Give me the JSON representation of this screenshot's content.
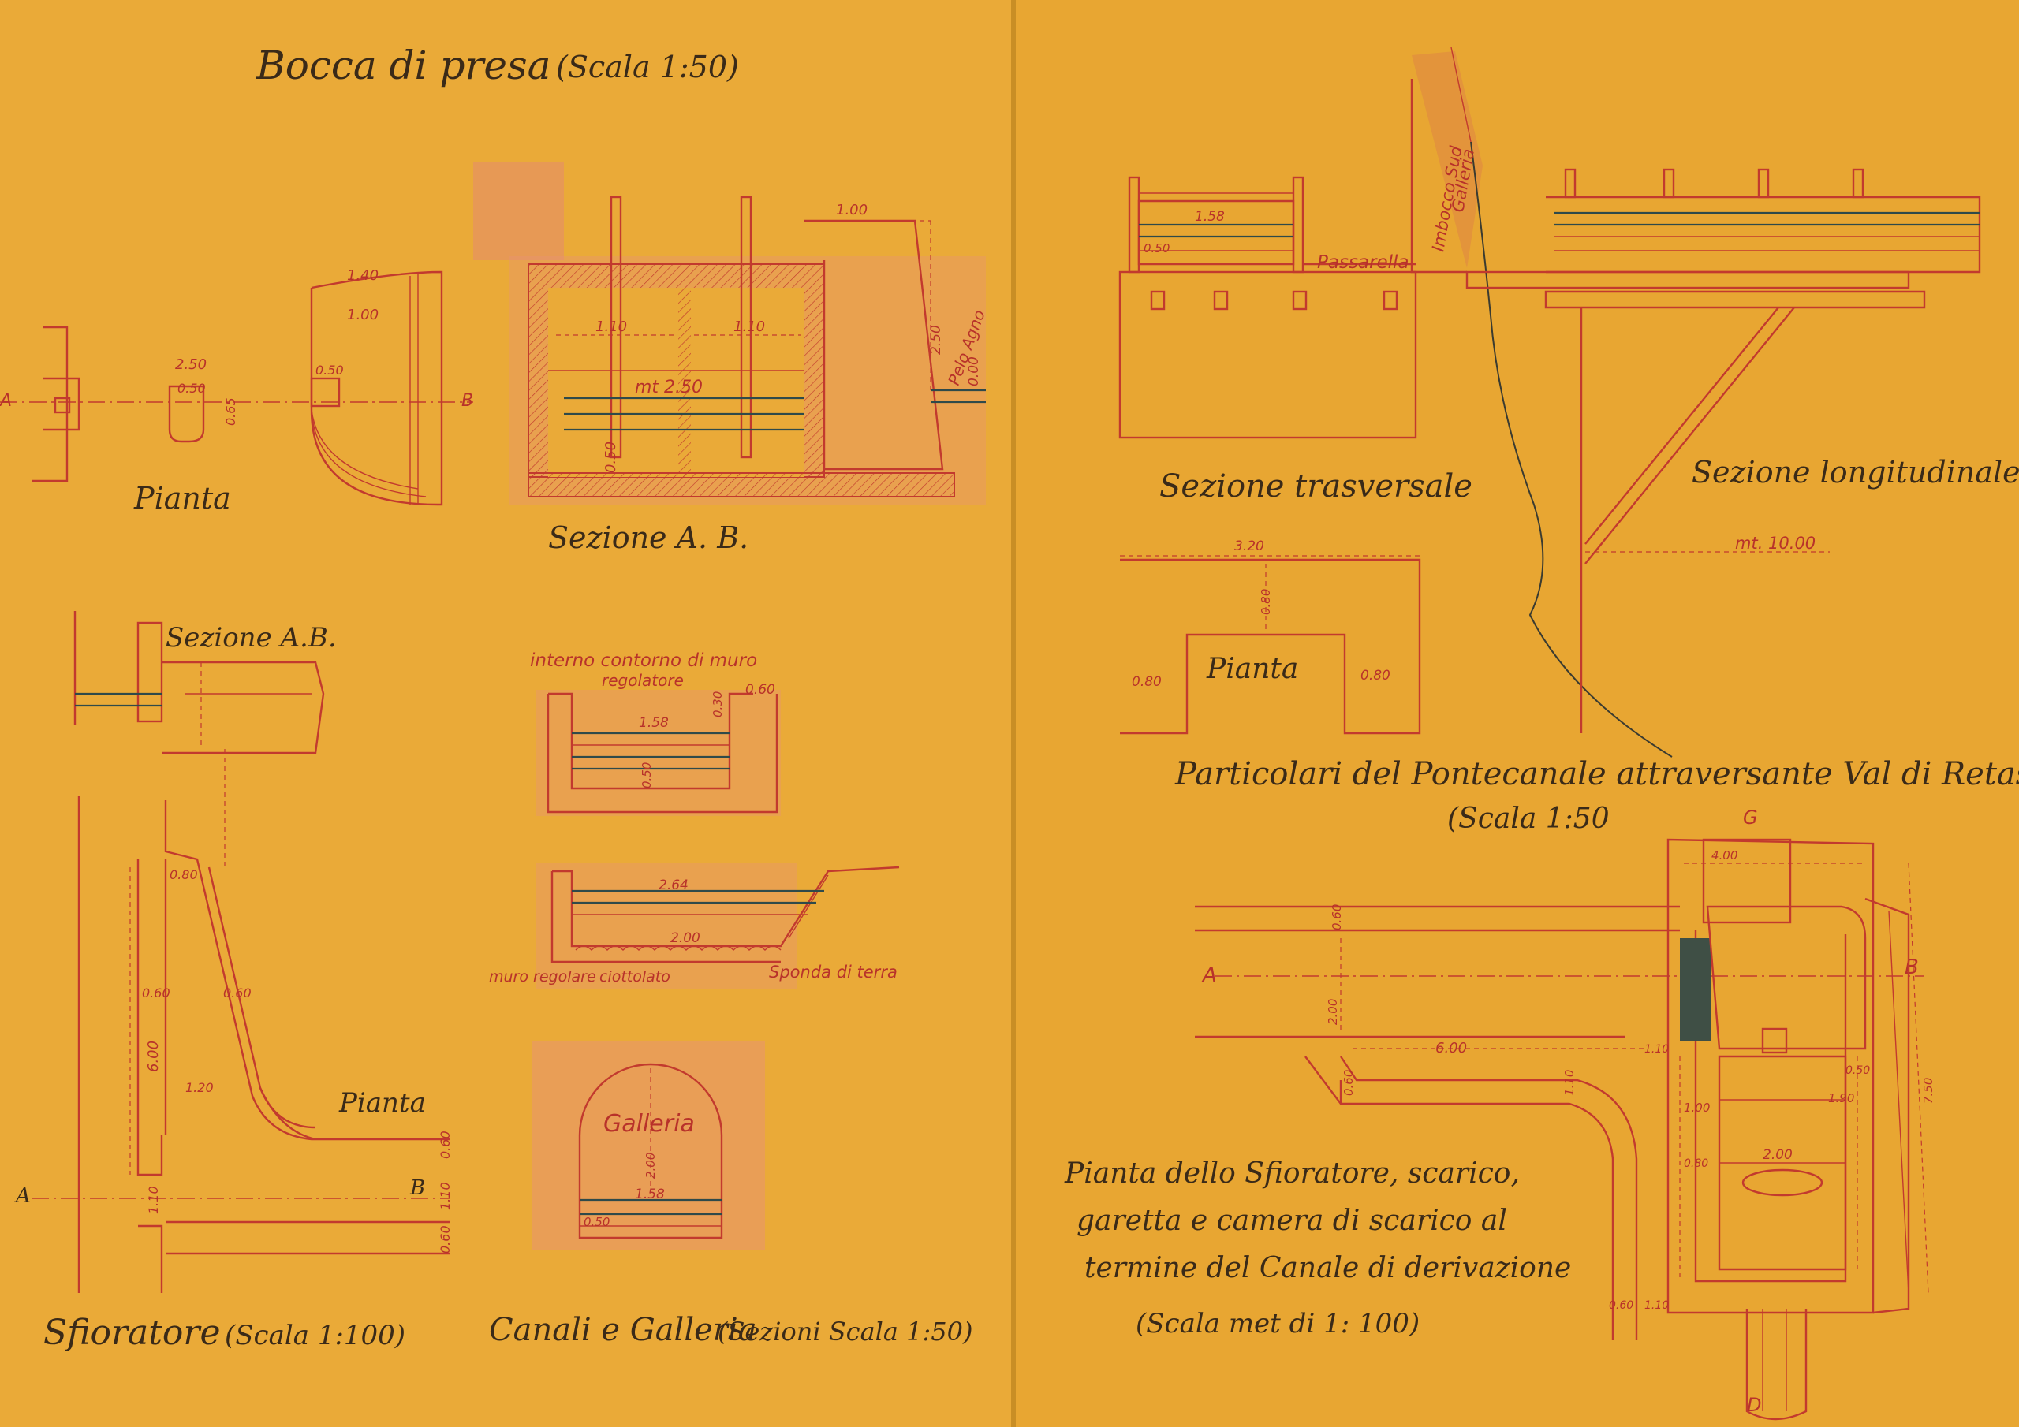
{
  "colors": {
    "paper": "#e9a935",
    "ink": "#3a2a18",
    "red_ink": "#c23a2e",
    "water": "#2f4a4a",
    "pink_wash": "#e9988a"
  },
  "sheet_left": {
    "bocca": {
      "title": "Bocca di presa",
      "scale": "(Scala 1:50)",
      "pianta_label": "Pianta",
      "sezione_label": "Sezione A. B.",
      "dims": {
        "d250": "2.50",
        "d050a": "0.50",
        "d065": "0.65",
        "d140": "1.40",
        "d100": "1.00",
        "d050b": "0.50",
        "d100t": "1.00",
        "d110a": "1.10",
        "d110b": "1.10",
        "d250m": "mt 2.50",
        "d050v": "0.50",
        "d250r": "2.50",
        "pelo": "Pelo Agno",
        "d000": "0.00"
      },
      "A": "A",
      "B": "B"
    },
    "sfioratore": {
      "sezione_label": "Sezione A.B.",
      "pianta_label": "Pianta",
      "title": "Sfioratore",
      "scale": "(Scala 1:100)",
      "dims": {
        "d080": "0.80",
        "d060a": "0.60",
        "d060b": "0.60",
        "d600": "6.00",
        "d120": "1.20",
        "d060c": "0.60",
        "d110": "1.10",
        "d110b": "1.10",
        "d060d": "0.60"
      },
      "A": "A",
      "B": "B"
    },
    "canali": {
      "note1": "interno contorno di muro",
      "note2": "regolatore",
      "d158": "1.58",
      "d030": "0.30",
      "d060": "0.60",
      "d050": "0.50",
      "d264": "2.64",
      "d200": "2.00",
      "muro": "muro regolare",
      "ciottolato": "ciottolato",
      "sponda": "Sponda di terra",
      "galleria": "Galleria",
      "g200": "2.00",
      "g158": "1.58",
      "g050": "0.50",
      "title": "Canali e Galleria",
      "scale": "(Sezioni Scala 1:50)"
    }
  },
  "sheet_right": {
    "ponte": {
      "d158": "1.58",
      "d050": "0.50",
      "passarella": "Passarella",
      "imbocco1": "Imbocco Sud",
      "imbocco2": "Galleria",
      "sez_trasv": "Sezione trasversale",
      "sez_long": "Sezione longitudinale",
      "mt10": "mt. 10.00",
      "d320": "3.20",
      "d080": "0.80",
      "d080l": "0.80",
      "d080r": "0.80",
      "pianta": "Pianta",
      "title": "Particolari del Pontecanale attraversante Val di Retassene",
      "scale": "(Scala 1:50"
    },
    "scarico": {
      "G": "G",
      "D": "D",
      "A": "A",
      "B": "B",
      "d400": "4.00",
      "d060": "0.60",
      "d200": "2.00",
      "d600": "6.00",
      "d110": "1.10",
      "d060b": "0.60",
      "d110b": "1.10",
      "d100": "1.00",
      "d190": "1.90",
      "d050": "0.50",
      "d200b": "2.00",
      "d080": "0.80",
      "d750": "7.50",
      "d060c": "0.60",
      "d110c": "1.10",
      "caption1": "Pianta dello Sfioratore, scarico,",
      "caption2": "garetta e camera di scarico al",
      "caption3": "termine del Canale di derivazione",
      "scale": "(Scala met di 1: 100)"
    }
  }
}
